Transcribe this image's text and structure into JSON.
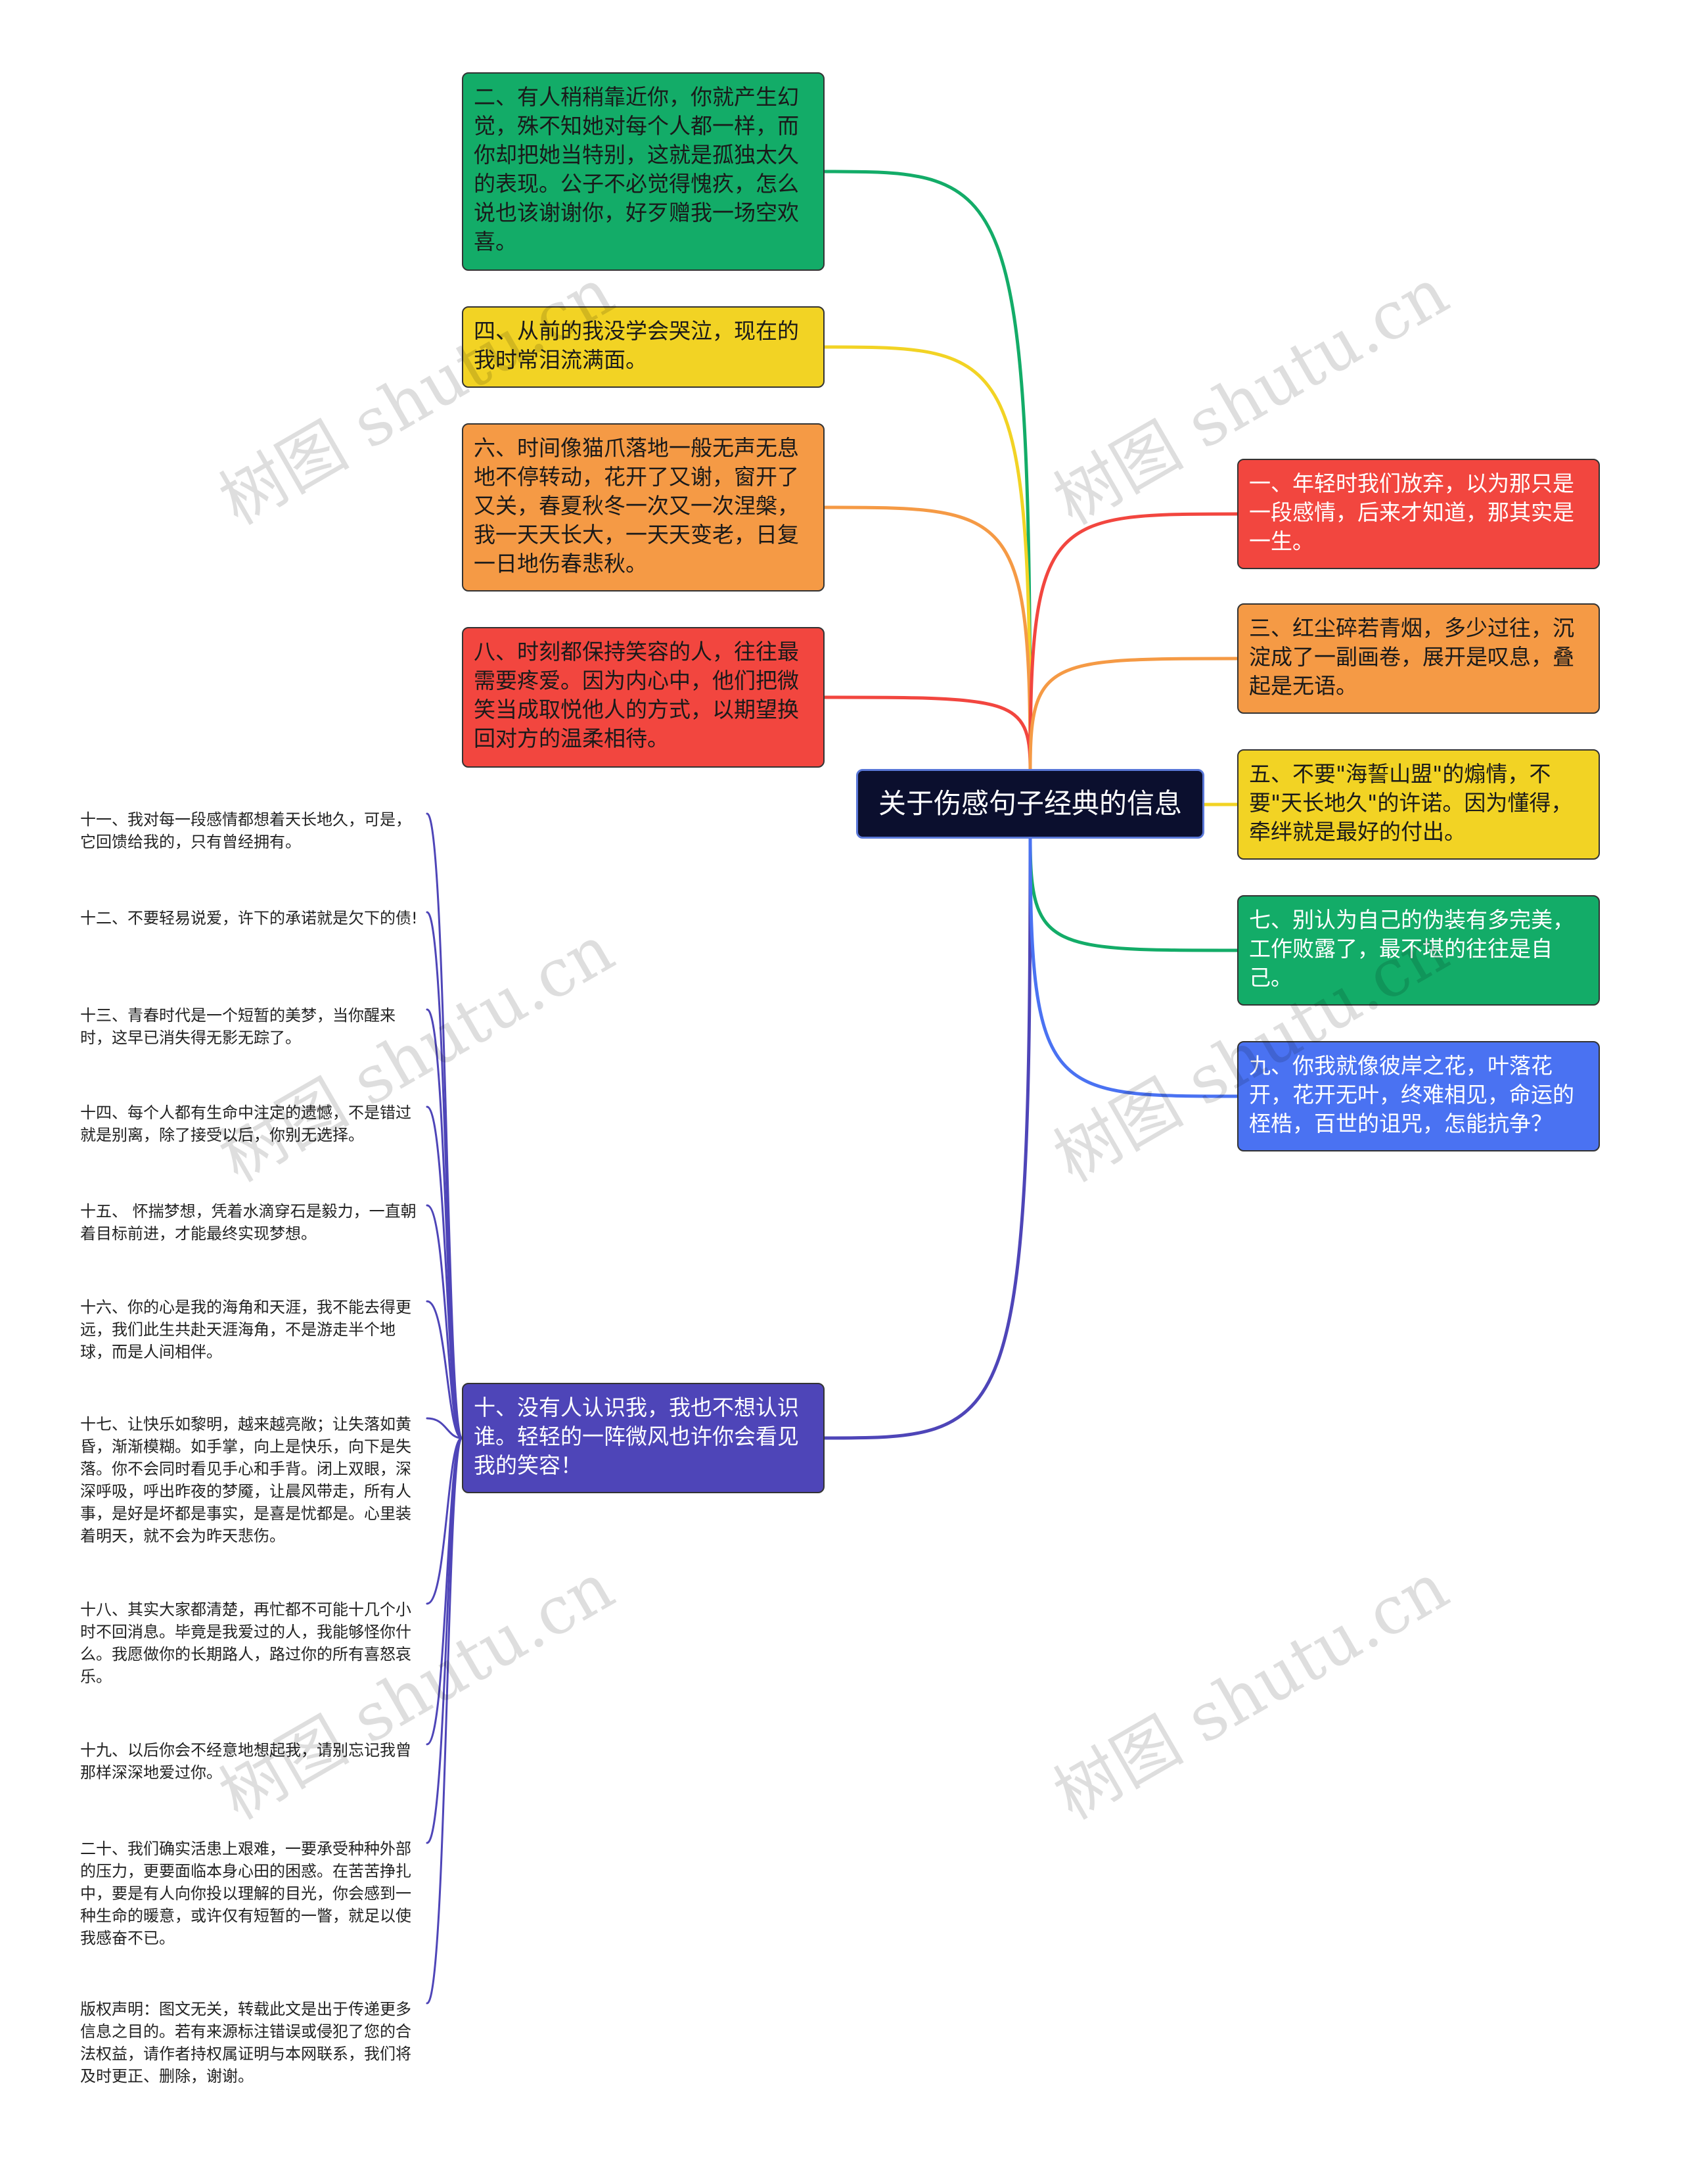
{
  "root": {
    "label": "关于伤感句子经典的信息"
  },
  "colors": {
    "red": "#f2463f",
    "orange": "#f59a45",
    "yellow": "#f2d324",
    "green": "#13ac68",
    "blue": "#4a72f2",
    "indigo": "#4e45b8"
  },
  "left_branches": [
    {
      "text": "二、有人稍稍靠近你，你就产生幻觉，殊不知她对每个人都一样，而你却把她当特别，这就是孤独太久的表现。公子不必觉得愧疚，怎么说也该谢谢你，好歹赠我一场空欢喜。",
      "color": "green"
    },
    {
      "text": "四、从前的我没学会哭泣，现在的我时常泪流满面。",
      "color": "yellow"
    },
    {
      "text": "六、时间像猫爪落地一般无声无息地不停转动，花开了又谢，窗开了又关，春夏秋冬一次又一次涅槃，我一天天长大，一天天变老，日复一日地伤春悲秋。",
      "color": "orange"
    },
    {
      "text": "八、时刻都保持笑容的人，往往最需要疼爱。因为内心中，他们把微笑当成取悦他人的方式，以期望换回对方的温柔相待。",
      "color": "red"
    },
    {
      "text": "十、没有人认识我，我也不想认识谁。轻轻的一阵微风也许你会看见我的笑容！",
      "color": "indigo"
    }
  ],
  "right_branches": [
    {
      "text": "一、年轻时我们放弃，以为那只是一段感情，后来才知道，那其实是一生。",
      "color": "red"
    },
    {
      "text": "三、红尘碎若青烟，多少过往，沉淀成了一副画卷，展开是叹息，叠起是无语。",
      "color": "orange"
    },
    {
      "text": "五、不要\"海誓山盟\"的煽情，不要\"天长地久\"的许诺。因为懂得，牵绊就是最好的付出。",
      "color": "yellow"
    },
    {
      "text": "七、别认为自己的伪装有多完美，工作败露了，最不堪的往往是自己。",
      "color": "green"
    },
    {
      "text": "九、你我就像彼岸之花，叶落花开，花开无叶，终难相见，命运的桎梏，百世的诅咒，怎能抗争？",
      "color": "blue"
    }
  ],
  "leaves": [
    "十一、我对每一段感情都想着天长地久，可是，它回馈给我的，只有曾经拥有。",
    "十二、不要轻易说爱，许下的承诺就是欠下的债!",
    "十三、青春时代是一个短暂的美梦，当你醒来时，这早已消失得无影无踪了。",
    "十四、每个人都有生命中注定的遗憾，不是错过就是别离，除了接受以后，你别无选择。",
    "十五、 怀揣梦想，凭着水滴穿石是毅力，一直朝着目标前进，才能最终实现梦想。",
    "十六、你的心是我的海角和天涯，我不能去得更远，我们此生共赴天涯海角，不是游走半个地球，而是人间相伴。",
    "十七、让快乐如黎明，越来越亮敞；让失落如黄昏，渐渐模糊。如手掌，向上是快乐，向下是失落。你不会同时看见手心和手背。闭上双眼，深深呼吸，呼出昨夜的梦魇，让晨风带走，所有人事，是好是坏都是事实，是喜是忧都是。心里装着明天，就不会为昨天悲伤。",
    "十八、其实大家都清楚，再忙都不可能十几个小时不回消息。毕竟是我爱过的人，我能够怪你什么。我愿做你的长期路人，路过你的所有喜怒哀乐。",
    "十九、以后你会不经意地想起我，请别忘记我曾那样深深地爱过你。",
    "二十、我们确实活患上艰难，一要承受种种外部的压力，更要面临本身心田的困惑。在苦苦挣扎中，要是有人向你投以理解的目光，你会感到一种生命的暖意，或许仅有短暂的一瞥，就足以使我感奋不已。",
    "版权声明：图文无关，转载此文是出于传递更多信息之目的。若有来源标注错误或侵犯了您的合法权益，请作者持权属证明与本网联系，我们将及时更正、删除，谢谢。"
  ],
  "watermark": "树图 shutu.cn"
}
